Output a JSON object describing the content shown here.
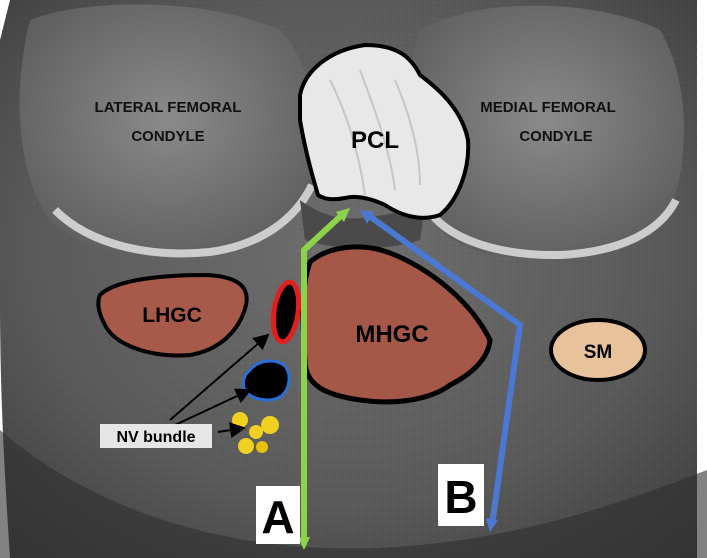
{
  "labels": {
    "lateral_condyle_line1": "LATERAL FEMORAL",
    "lateral_condyle_line2": "CONDYLE",
    "medial_condyle_line1": "MEDIAL FEMORAL",
    "medial_condyle_line2": "CONDYLE",
    "pcl": "PCL",
    "lhgc": "LHGC",
    "mhgc": "MHGC",
    "sm": "SM",
    "nv_bundle": "NV bundle",
    "approach_a": "A",
    "approach_b": "B"
  },
  "colors": {
    "approach_a": "#8cd24a",
    "approach_b": "#4a78d2",
    "lhgc_fill": "#a85a4a",
    "mhgc_fill": "#a65848",
    "sm_fill": "#e8c29a",
    "nv_artery": "#e02020",
    "nv_vein": "#2a6fd8",
    "nv_nerve": "#f0d020",
    "outline": "#000000"
  },
  "icons": {
    "nv_pointer": "arrow-icon",
    "approach_arrow": "arrow-icon"
  }
}
